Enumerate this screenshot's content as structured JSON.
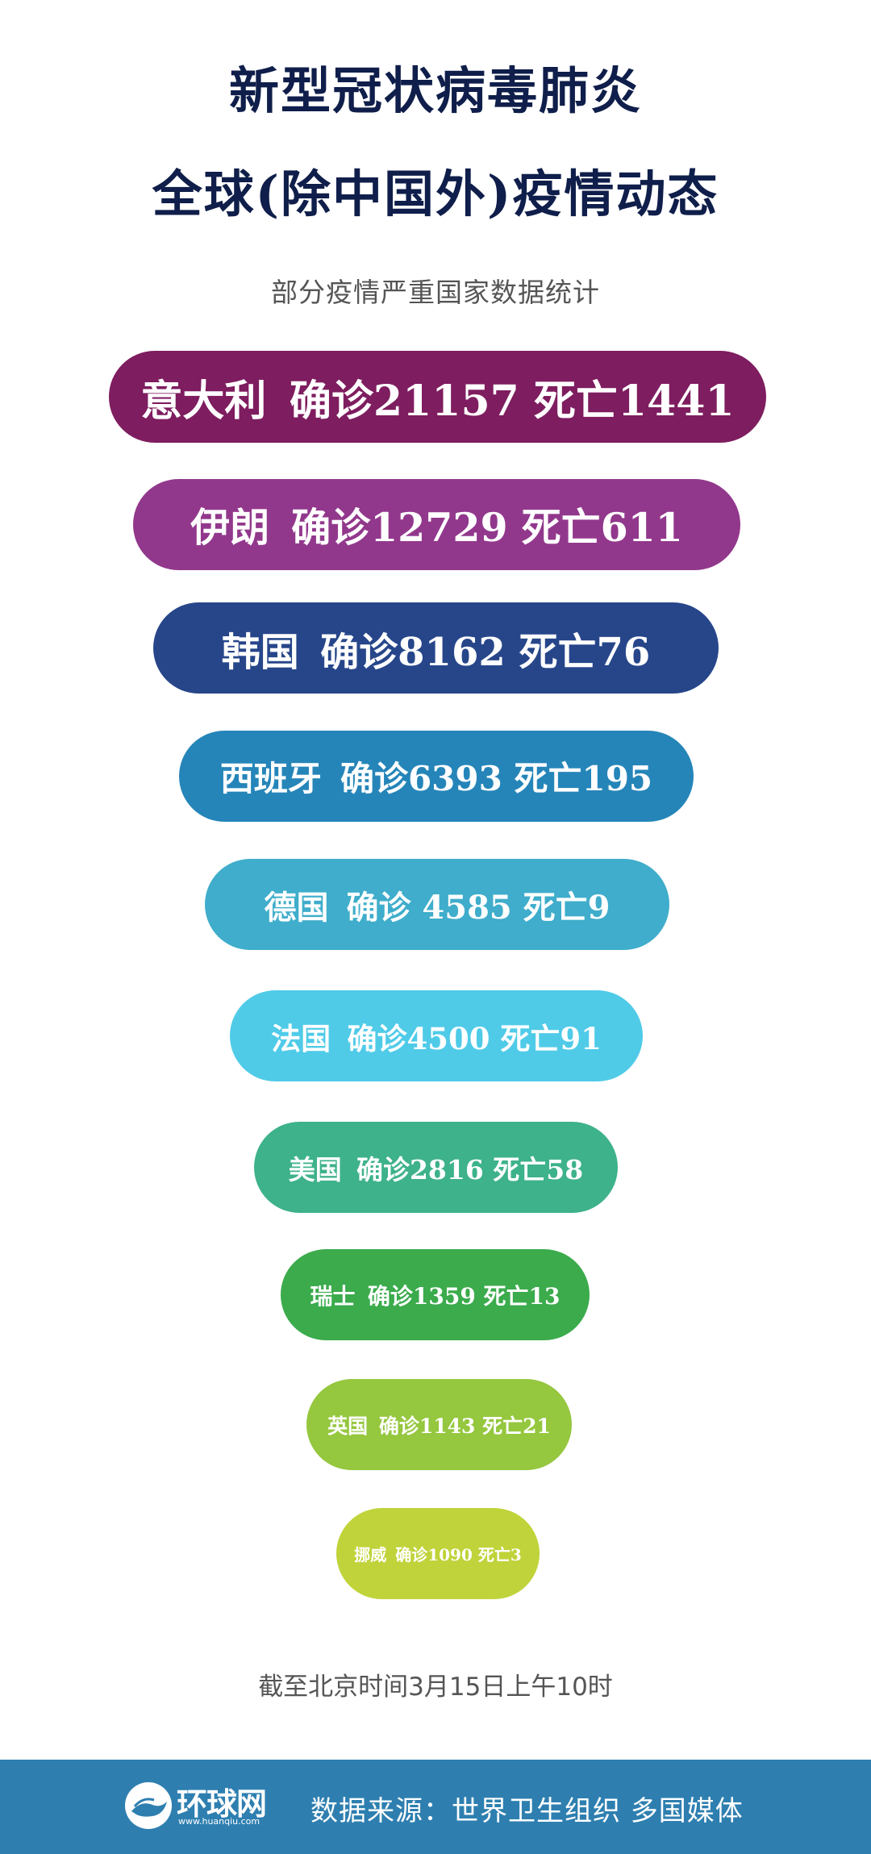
{
  "header": {
    "title_line1": "新型冠状病毒肺炎",
    "title_line2": "全球(除中国外)疫情动态",
    "subtitle": "部分疫情严重国家数据统计"
  },
  "entries": [
    {
      "country": "意大利",
      "stats": "确诊21157 死亡1441",
      "confirmed": 21157,
      "deaths": 1441,
      "color": "#7e1d5f"
    },
    {
      "country": "伊朗",
      "stats": "确诊12729 死亡611",
      "confirmed": 12729,
      "deaths": 611,
      "color": "#92388c"
    },
    {
      "country": "韩国",
      "stats": "确诊8162 死亡76",
      "confirmed": 8162,
      "deaths": 76,
      "color": "#27468a"
    },
    {
      "country": "西班牙",
      "stats": "确诊6393 死亡195",
      "confirmed": 6393,
      "deaths": 195,
      "color": "#2585b9"
    },
    {
      "country": "德国",
      "stats": "确诊 4585 死亡9",
      "confirmed": 4585,
      "deaths": 9,
      "color": "#3fadcb"
    },
    {
      "country": "法国",
      "stats": "确诊4500 死亡91",
      "confirmed": 4500,
      "deaths": 91,
      "color": "#4fcbe8"
    },
    {
      "country": "美国",
      "stats": "确诊2816 死亡58",
      "confirmed": 2816,
      "deaths": 58,
      "color": "#3eb28a"
    },
    {
      "country": "瑞士",
      "stats": "确诊1359 死亡13",
      "confirmed": 1359,
      "deaths": 13,
      "color": "#3bab4c"
    },
    {
      "country": "英国",
      "stats": "确诊1143 死亡21",
      "confirmed": 1143,
      "deaths": 21,
      "color": "#95c73f"
    },
    {
      "country": "挪威",
      "stats": "确诊1090 死亡3",
      "confirmed": 1090,
      "deaths": 3,
      "color": "#c0d33a"
    }
  ],
  "footnote": "截至北京时间3月15日上午10时",
  "footer": {
    "logo_text": "环球网",
    "logo_url": "www.huanqiu.com",
    "source": "数据来源：世界卫生组织  多国媒体",
    "background": "#2e7fb0"
  }
}
